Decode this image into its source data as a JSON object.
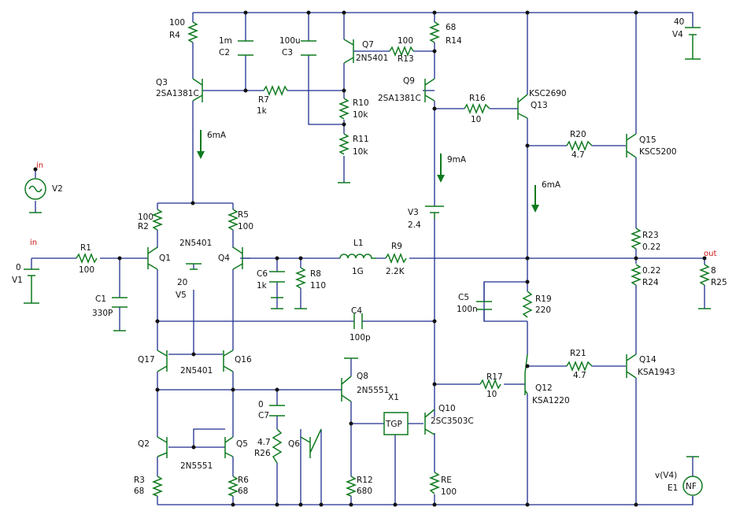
{
  "components": {
    "R4": {
      "name": "R4",
      "value": "100"
    },
    "C2": {
      "name": "C2",
      "value": "1m"
    },
    "C3": {
      "name": "C3",
      "value": "100u"
    },
    "Q7": {
      "name": "Q7",
      "part": "2N5401"
    },
    "R13": {
      "name": "R13",
      "value": "100"
    },
    "R14": {
      "name": "R14",
      "value": "68"
    },
    "Q3": {
      "name": "Q3",
      "part": "2SA1381C"
    },
    "R7": {
      "name": "R7",
      "value": "1k"
    },
    "Q9": {
      "name": "Q9",
      "part": "2SA1381C"
    },
    "R10": {
      "name": "R10",
      "value": "10k"
    },
    "R11": {
      "name": "R11",
      "value": "10k"
    },
    "R16": {
      "name": "R16",
      "value": "10"
    },
    "Q13": {
      "name": "Q13",
      "part": "KSC2690"
    },
    "V4": {
      "name": "V4",
      "value": "40"
    },
    "R20": {
      "name": "R20",
      "value": "4.7"
    },
    "Q15": {
      "name": "Q15",
      "part": "KSC5200"
    },
    "V2": {
      "name": "V2"
    },
    "R2": {
      "name": "R2",
      "value": "100"
    },
    "R5": {
      "name": "R5",
      "value": "100"
    },
    "V3": {
      "name": "V3",
      "value": "2.4"
    },
    "Q1": {
      "name": "Q1",
      "part": "2N5401"
    },
    "Q4": {
      "name": "Q4"
    },
    "R1": {
      "name": "R1",
      "value": "100"
    },
    "V1": {
      "name": "V1",
      "value": "0"
    },
    "C1": {
      "name": "C1",
      "value": "330P"
    },
    "V5": {
      "name": "V5",
      "value": "20"
    },
    "C6": {
      "name": "C6",
      "value": "1k"
    },
    "R8": {
      "name": "R8",
      "value": "110"
    },
    "L1": {
      "name": "L1",
      "value": "1G"
    },
    "R9": {
      "name": "R9",
      "value": "2.2K"
    },
    "R23": {
      "name": "R23",
      "value": "0.22"
    },
    "R24": {
      "name": "R24",
      "value": "0.22"
    },
    "R25": {
      "name": "R25",
      "value": "8"
    },
    "C5": {
      "name": "C5",
      "value": "100n"
    },
    "R19": {
      "name": "R19",
      "value": "220"
    },
    "C4": {
      "name": "C4",
      "value": "100p"
    },
    "Q17": {
      "name": "Q17",
      "part": "2N5401"
    },
    "Q16": {
      "name": "Q16"
    },
    "Q8": {
      "name": "Q8",
      "part": "2N5551"
    },
    "X1": {
      "name": "X1",
      "box": "TGP"
    },
    "C7": {
      "name": "C7",
      "value": "0"
    },
    "R26": {
      "name": "R26",
      "value": "4.7"
    },
    "Q10": {
      "name": "Q10",
      "part": "2SC3503C"
    },
    "R17": {
      "name": "R17",
      "value": "10"
    },
    "Q12": {
      "name": "Q12",
      "part": "KSA1220"
    },
    "R21": {
      "name": "R21",
      "value": "4.7"
    },
    "Q14": {
      "name": "Q14",
      "part": "KSA1943"
    },
    "Q2": {
      "name": "Q2",
      "part": "2N5551"
    },
    "Q5": {
      "name": "Q5"
    },
    "Q6": {
      "name": "Q6"
    },
    "R3": {
      "name": "R3",
      "value": "68"
    },
    "R6": {
      "name": "R6",
      "value": "68"
    },
    "R12": {
      "name": "R12",
      "value": "680"
    },
    "RE": {
      "name": "RE",
      "value": "100"
    },
    "E1": {
      "name": "E1",
      "expr": "v(V4)",
      "box": "NF"
    }
  },
  "currents": {
    "i1": "6mA",
    "i2": "9mA",
    "i3": "6mA"
  },
  "nodes": {
    "in_top": "in",
    "in_left": "in",
    "out": "out"
  },
  "colors": {
    "wire": "#1f2f8f",
    "component": "#0f7a1f",
    "node_label": "#cc1111"
  }
}
